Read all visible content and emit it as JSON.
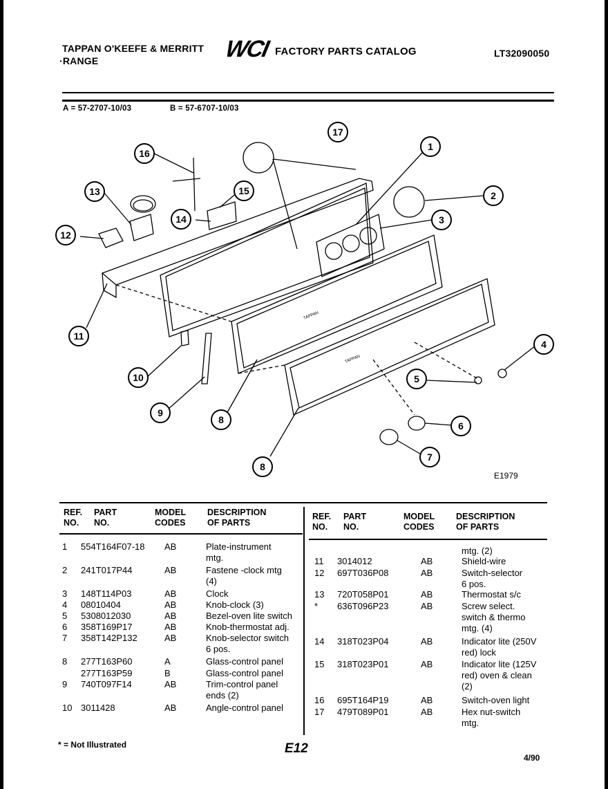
{
  "header": {
    "manufacturer": "TAPPAN O'KEEFE & MERRITT",
    "product": "RANGE",
    "logo": "WCI",
    "catalog": "FACTORY PARTS CATALOG",
    "catalog_no": "LT32090050"
  },
  "models": {
    "a": "A = 57-2707-10/03",
    "b": "B = 57-6707-10/03"
  },
  "diagram": {
    "figure_code": "E1979",
    "callouts": [
      "1",
      "2",
      "3",
      "4",
      "5",
      "6",
      "7",
      "8",
      "9",
      "10",
      "11",
      "12",
      "13",
      "14",
      "15",
      "16",
      "17",
      "8"
    ],
    "panel_texts": {
      "glass1": "TAPPAN",
      "glass2": "TAPPAN"
    }
  },
  "table": {
    "headers": {
      "ref": [
        "REF.",
        "NO."
      ],
      "part": [
        "PART",
        "NO."
      ],
      "model": [
        "MODEL",
        "CODES"
      ],
      "desc": [
        "DESCRIPTION",
        "OF PARTS"
      ]
    },
    "left_rows": [
      {
        "ref": "1",
        "part": "554T164F07-18",
        "model": "AB",
        "desc": [
          "Plate-instrument",
          "mtg."
        ]
      },
      {
        "ref": "2",
        "part": "241T017P44",
        "model": "AB",
        "desc": [
          "Fastene -clock mtg",
          "(4)"
        ]
      },
      {
        "ref": "3",
        "part": "148T114P03",
        "model": "AB",
        "desc": [
          "Clock"
        ]
      },
      {
        "ref": "4",
        "part": "08010404",
        "model": "AB",
        "desc": [
          "Knob-clock (3)"
        ]
      },
      {
        "ref": "5",
        "part": "5308012030",
        "model": "AB",
        "desc": [
          "Bezel-oven lite switch"
        ]
      },
      {
        "ref": "6",
        "part": "358T169P17",
        "model": "AB",
        "desc": [
          "Knob-thermostat adj."
        ]
      },
      {
        "ref": "7",
        "part": "358T142P132",
        "model": "AB",
        "desc": [
          "Knob-selector switch",
          "6 pos."
        ]
      },
      {
        "ref": "8",
        "part": "277T163P60",
        "model": "A",
        "desc": [
          "Glass-control panel"
        ]
      },
      {
        "ref": "",
        "part": "277T163P59",
        "model": "B",
        "desc": [
          "Glass-control panel"
        ]
      },
      {
        "ref": "9",
        "part": "740T097F14",
        "model": "AB",
        "desc": [
          "Trim-control panel",
          "ends (2)"
        ]
      },
      {
        "ref": "10",
        "part": "3011428",
        "model": "AB",
        "desc": [
          "Angle-control panel"
        ]
      }
    ],
    "right_rows": [
      {
        "ref": "",
        "part": "",
        "model": "",
        "desc": [
          "mtg. (2)"
        ]
      },
      {
        "ref": "11",
        "part": "3014012",
        "model": "AB",
        "desc": [
          "Shield-wire"
        ]
      },
      {
        "ref": "12",
        "part": "697T036P08",
        "model": "AB",
        "desc": [
          "Switch-selector",
          "6 pos."
        ]
      },
      {
        "ref": "13",
        "part": "720T058P01",
        "model": "AB",
        "desc": [
          "Thermostat s/c"
        ]
      },
      {
        "ref": "*",
        "part": "636T096P23",
        "model": "AB",
        "desc": [
          "Screw select.",
          "switch & thermo",
          "mtg. (4)"
        ]
      },
      {
        "ref": "14",
        "part": "318T023P04",
        "model": "AB",
        "desc": [
          "Indicator lite (250V",
          "red) lock"
        ]
      },
      {
        "ref": "15",
        "part": "318T023P01",
        "model": "AB",
        "desc": [
          "Indicator lite (125V",
          "red) oven & clean",
          "(2)"
        ]
      },
      {
        "ref": "16",
        "part": "695T164P19",
        "model": "AB",
        "desc": [
          "Switch-oven light"
        ]
      },
      {
        "ref": "17",
        "part": "479T089P01",
        "model": "AB",
        "desc": [
          "Hex nut-switch",
          "mtg."
        ]
      }
    ]
  },
  "footer": {
    "note": "* = Not Illustrated",
    "page": "E12",
    "date": "4/90"
  }
}
